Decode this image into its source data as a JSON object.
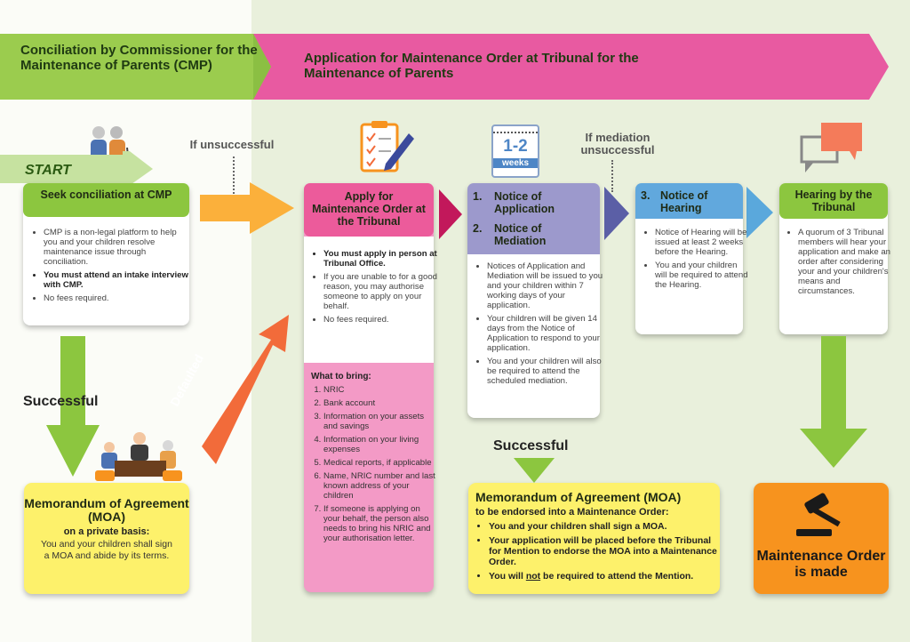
{
  "banner_left": {
    "title": "Conciliation by Commissioner for the Maintenance of Parents (CMP)"
  },
  "banner_right": {
    "title": "Application for Maintenance Order at Tribunal for the Maintenance of Parents"
  },
  "start_label": "START",
  "if_unsuccessful": "If unsuccessful",
  "if_mediation_unsuccessful": "If mediation unsuccessful",
  "successful_label": "Successful",
  "defaulted_label": "Defaulted",
  "steps": {
    "seek": {
      "title": "Seek conciliation at CMP",
      "points": [
        "CMP is a non-legal platform to help you and your children resolve maintenance issue through conciliation.",
        "You must attend an intake interview with CMP.",
        "No fees required."
      ]
    },
    "apply": {
      "title": "Apply for Maintenance Order at the Tribunal",
      "points": [
        "You must apply in person at Tribunal Office.",
        "If you are unable to for a good reason, you may authorise someone to apply on your behalf.",
        "No fees required."
      ],
      "bring_title": "What to bring:",
      "bring_items": [
        "NRIC",
        "Bank account",
        "Information on your assets and savings",
        "Information on your living expenses",
        "Medical reports, if applicable",
        "Name, NRIC number and last known address of your children",
        "If someone is applying on your behalf, the person also needs to bring his NRIC and your authorisation letter."
      ]
    },
    "notice": {
      "n1": "1.",
      "t1": "Notice of Application",
      "n2": "2.",
      "t2": "Notice of Mediation",
      "points": [
        "Notices of Application and Mediation will be issued to you and your children within 7 working days of your application.",
        "Your children will be given 14 days from the Notice of Application to respond to your application.",
        "You and your children will also be required to attend the scheduled mediation."
      ]
    },
    "hearing_notice": {
      "n3": "3.",
      "title": "Notice of Hearing",
      "points": [
        "Notice of Hearing will be issued at least 2 weeks before the Hearing.",
        "You and your children will be required to attend the Hearing."
      ]
    },
    "hearing": {
      "title": "Hearing by the Tribunal",
      "points": [
        "A quorum of 3 Tribunal members will hear your application and make an order after considering your and your children's means and circumstances."
      ]
    }
  },
  "calendar": {
    "line1": "1-2",
    "line2": "weeks"
  },
  "moa_private": {
    "title": "Memorandum of Agreement (MOA)",
    "subtitle": "on a private basis:",
    "body": "You and your children shall sign a MOA and abide by its terms."
  },
  "moa_endorsed": {
    "title": "Memorandum of Agreement (MOA)",
    "subtitle": "to be endorsed into a Maintenance Order:",
    "points": [
      "You and your children shall sign a MOA.",
      "Your application will be placed before the Tribunal for Mention to endorse the MOA into a Maintenance Order."
    ],
    "last_pre": "You will ",
    "last_not": "not",
    "last_post": " be required to attend the Mention."
  },
  "order": {
    "title": "Maintenance Order is made"
  },
  "icons": [
    "elderly-couple-icon",
    "checklist-pen-icon",
    "calendar-icon",
    "speech-bubble-icon",
    "meeting-table-icon",
    "gavel-icon"
  ],
  "colors": {
    "green": "#8cc63f",
    "pink": "#ec5b9b",
    "purple": "#9c99cc",
    "blue": "#61a8dd",
    "yellow": "#fdf16b",
    "orange": "#f7931e",
    "dark_green_text": "#2b5a12"
  }
}
